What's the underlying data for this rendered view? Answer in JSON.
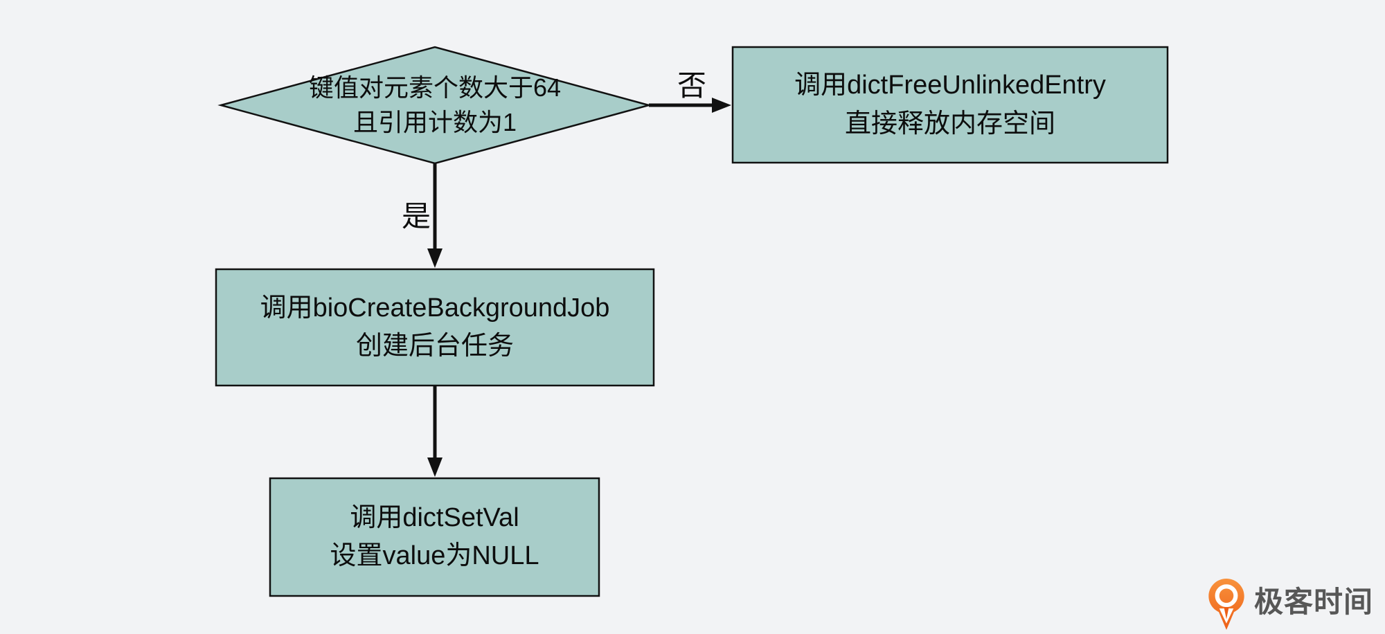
{
  "colors": {
    "background": "#f2f3f5",
    "node_fill": "#a8cdc9",
    "node_border": "#111111",
    "edge_color": "#111111",
    "text_color": "#0d0d0d",
    "brand_orange_top": "#f8923c",
    "brand_orange_bottom": "#ed5f17",
    "brand_text_color": "#575757"
  },
  "flowchart": {
    "decision": {
      "line1": "键值对元素个数大于64",
      "line2": "且引用计数为1"
    },
    "edges": {
      "no_label": "否",
      "yes_label": "是"
    },
    "box_free": {
      "line1": "调用dictFreeUnlinkedEntry",
      "line2": "直接释放内存空间"
    },
    "box_bio": {
      "line1": "调用bioCreateBackgroundJob",
      "line2": "创建后台任务"
    },
    "box_setval": {
      "line1": "调用dictSetVal",
      "line2": "设置value为NULL"
    }
  },
  "watermark": {
    "brand": "极客时间",
    "icon": "geektime-pin-logo-icon"
  }
}
